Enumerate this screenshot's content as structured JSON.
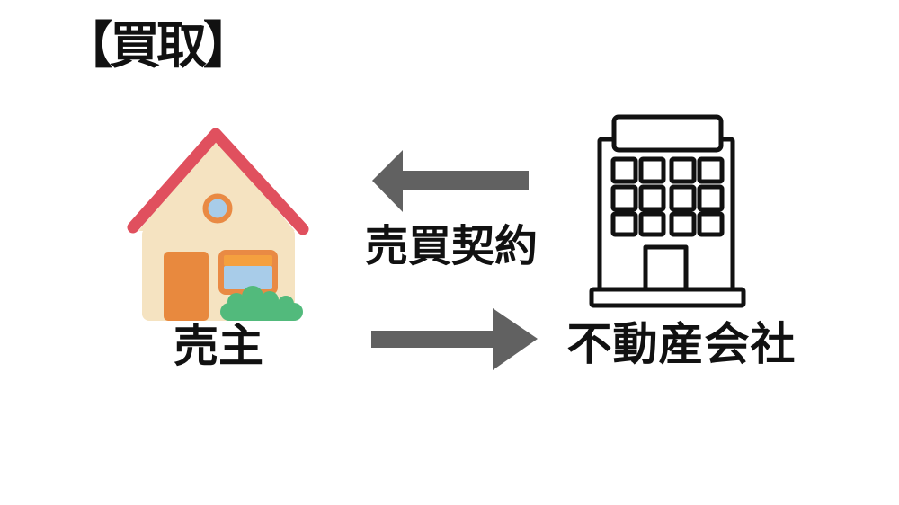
{
  "title": "【買取】",
  "nodes": {
    "seller": {
      "label": "売主",
      "icon": "house-icon"
    },
    "company": {
      "label": "不動産会社",
      "icon": "building-icon"
    }
  },
  "relation": {
    "label": "売買契約",
    "top_arrow": {
      "icon": "arrow-left-icon",
      "direction": "company-to-seller"
    },
    "bottom_arrow": {
      "icon": "arrow-right-icon",
      "direction": "seller-to-company"
    }
  },
  "colors": {
    "background": "#ffffff",
    "text": "#111111",
    "arrow": "#616161",
    "outline": "#111111",
    "roof": "#e0505e",
    "house_wall": "#f5e3c1",
    "door": "#e8893e",
    "window_frame": "#e98a44",
    "window_band": "#f4a03f",
    "window_pane": "#a8cce9",
    "bush": "#52ba7c"
  }
}
